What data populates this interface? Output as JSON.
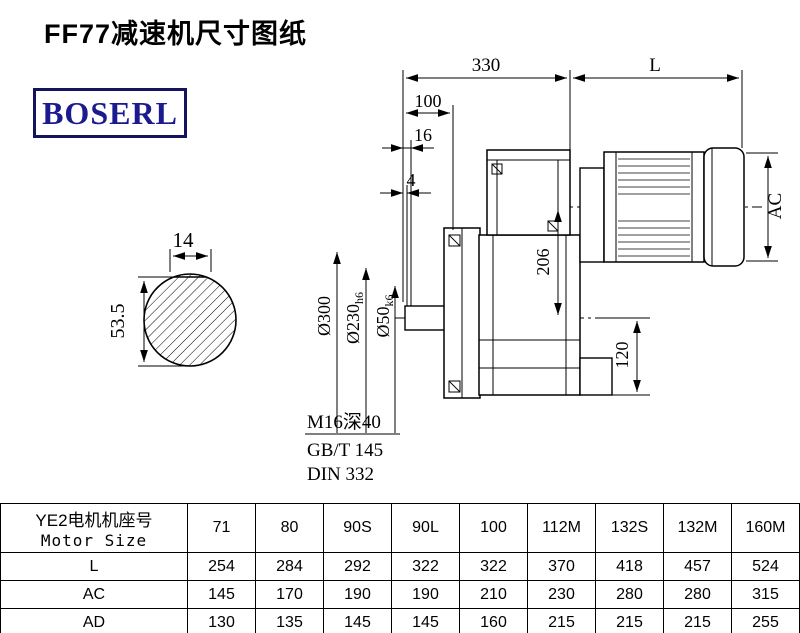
{
  "title": "FF77减速机尺寸图纸",
  "logo_text": "BOSERL",
  "drawing": {
    "dim_330": "330",
    "dim_L": "L",
    "dim_100": "100",
    "dim_16": "16",
    "dim_4": "4",
    "dim_AC": "AC",
    "dim_206": "206",
    "dim_120": "120",
    "dia_300": "Ø300",
    "dia_230_main": "Ø230",
    "dia_230_sub": "h6",
    "dia_50_main": "Ø50",
    "dia_50_sub": "k6",
    "dim_14": "14",
    "dim_53_5": "53.5",
    "note_thread": "M16深40",
    "note_gb": "GB/T 145",
    "note_din": "DIN 332"
  },
  "table": {
    "header_label_line1": "YE2电机机座号",
    "header_label_line2": "Motor Size",
    "columns": [
      "71",
      "80",
      "90S",
      "90L",
      "100",
      "112M",
      "132S",
      "132M",
      "160M"
    ],
    "rows": [
      {
        "label": "L",
        "values": [
          "254",
          "284",
          "292",
          "322",
          "322",
          "370",
          "418",
          "457",
          "524"
        ]
      },
      {
        "label": "AC",
        "values": [
          "145",
          "170",
          "190",
          "190",
          "210",
          "230",
          "280",
          "280",
          "315"
        ]
      },
      {
        "label": "AD",
        "values": [
          "130",
          "135",
          "145",
          "145",
          "160",
          "215",
          "215",
          "215",
          "255"
        ]
      }
    ]
  }
}
